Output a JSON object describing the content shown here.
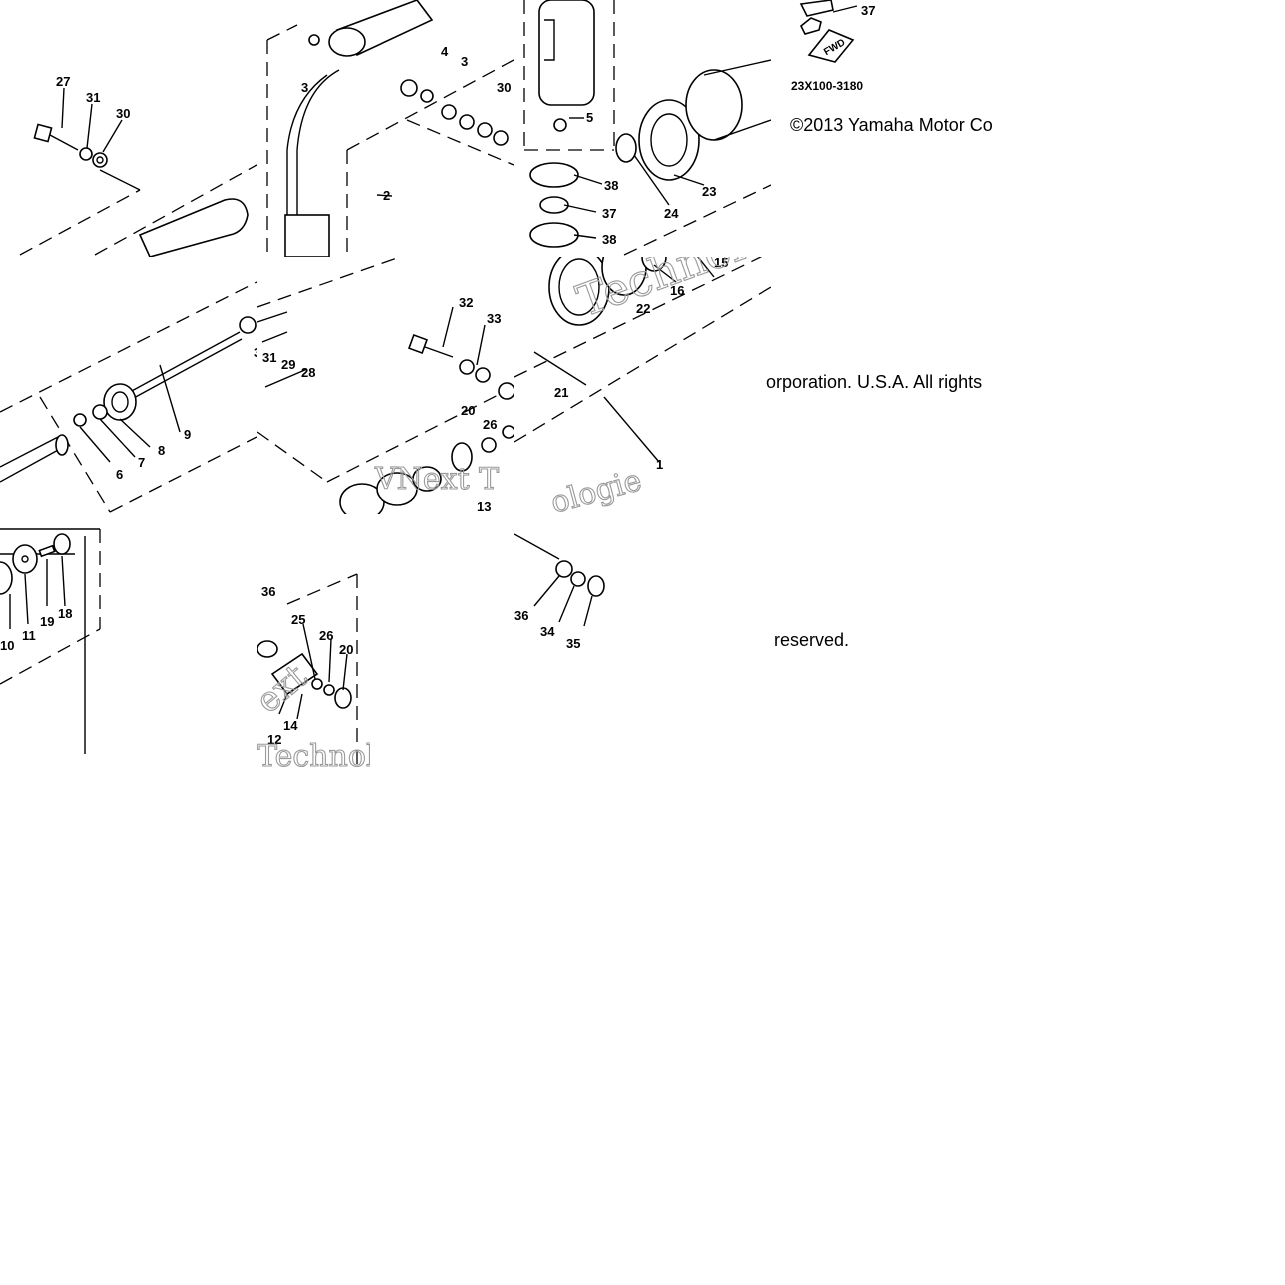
{
  "diagram": {
    "copyright": {
      "line1": "©2013 Yamaha Motor Co",
      "line2": "orporation. U.S.A. All rights",
      "line3": "reserved."
    },
    "drawing_code": "23X100-3180",
    "fwd_mark": "FWD",
    "watermark_words": [
      "Technology",
      "VNext T",
      "ologie",
      "Technolog",
      "ext"
    ],
    "callouts": {
      "t1": [
        "27",
        "31",
        "30"
      ],
      "t2": [
        "3",
        "4",
        "3",
        "30",
        "2"
      ],
      "t3": [
        "5",
        "38",
        "37",
        "38",
        "24",
        "23"
      ],
      "t4": [
        "37"
      ],
      "t5": [
        "31",
        "29",
        "28",
        "6",
        "7",
        "8",
        "9"
      ],
      "t6": [
        "32",
        "33",
        "20",
        "26",
        "13"
      ],
      "t7": [
        "16",
        "15",
        "22",
        "21",
        "1"
      ],
      "t8": [
        "10",
        "11",
        "19",
        "18"
      ],
      "t9": [
        "36",
        "25",
        "26",
        "20",
        "12",
        "14"
      ],
      "t10": [
        "36",
        "34",
        "35"
      ]
    }
  }
}
